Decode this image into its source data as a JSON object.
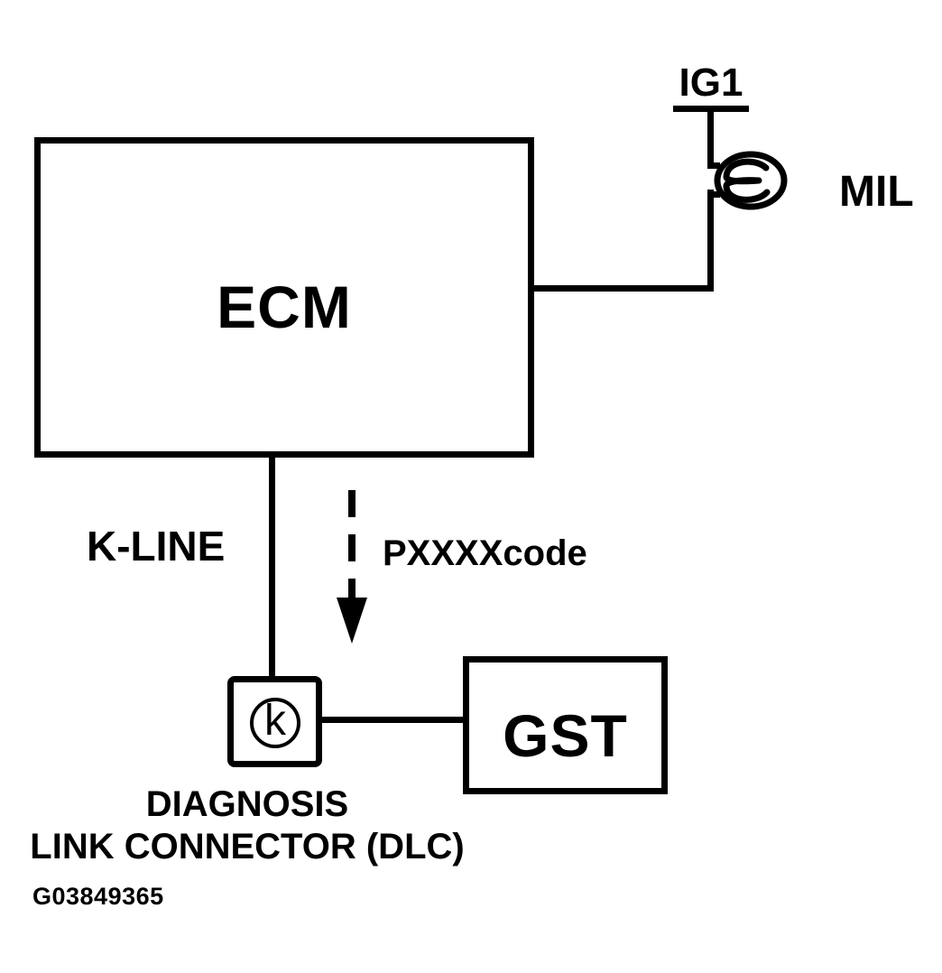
{
  "diagram": {
    "title": "ECM MIL / K-LINE diagnosis circuit diagram",
    "colors": {
      "ink": "#000000",
      "paper": "#ffffff"
    },
    "labels": {
      "ecm": "ECM",
      "ig1": "IG1",
      "mil": "MIL",
      "kline": "K-LINE",
      "code": "PXXXXcode",
      "k_terminal": "k",
      "gst": "GST",
      "dlc_caption_line1": "DIAGNOSIS",
      "dlc_caption_line2": "LINK CONNECTOR (DLC)",
      "figure_id": "G03849365"
    },
    "icons": {
      "mil_lamp": "indicator-lamp-with-filament",
      "flow_arrow": "dashed-down-arrow"
    }
  }
}
